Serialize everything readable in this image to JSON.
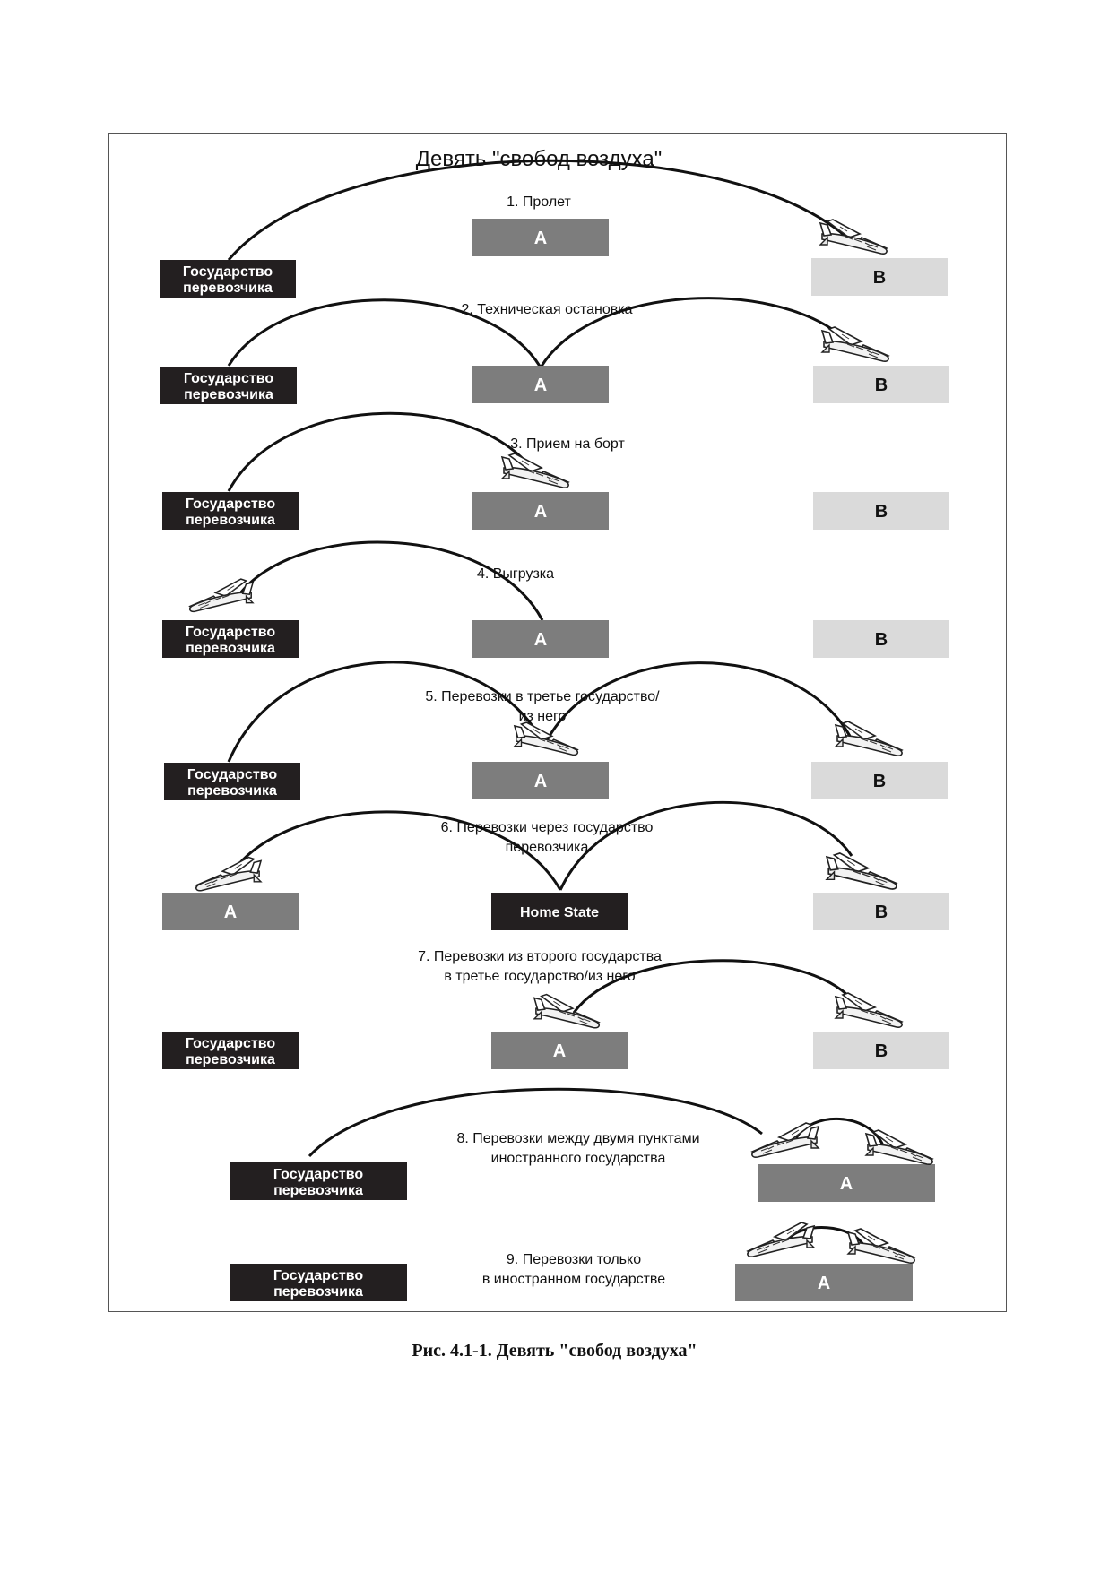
{
  "title": "Девять \"свобод воздуха\"",
  "caption": "Рис. 4.1-1. Девять \"свобод воздуха\"",
  "colors": {
    "carrier": "#231f20",
    "mid": "#7d7d7d",
    "light": "#dadada",
    "arc": "#111111"
  },
  "labels": {
    "carrier_line1": "Государство",
    "carrier_line2": "перевозчика",
    "a": "A",
    "b": "B",
    "home": "Home State"
  },
  "freedoms": [
    {
      "lines": [
        "1. Пролет"
      ]
    },
    {
      "lines": [
        "2. Техническая остановка"
      ]
    },
    {
      "lines": [
        "3. Прием на борт"
      ]
    },
    {
      "lines": [
        "4. Выгрузка"
      ]
    },
    {
      "lines": [
        "5. Перевозки в третье государство/",
        "из него"
      ]
    },
    {
      "lines": [
        "6. Перевозки через государство",
        "перевозчика"
      ]
    },
    {
      "lines": [
        "7. Перевозки из второго государства",
        "в третье государство/из него"
      ]
    },
    {
      "lines": [
        "8. Перевозки между двумя пунктами",
        "иностранного государства"
      ]
    },
    {
      "lines": [
        "9. Перевозки только",
        "в иностранном государстве"
      ]
    }
  ],
  "icon": "airplane-icon"
}
